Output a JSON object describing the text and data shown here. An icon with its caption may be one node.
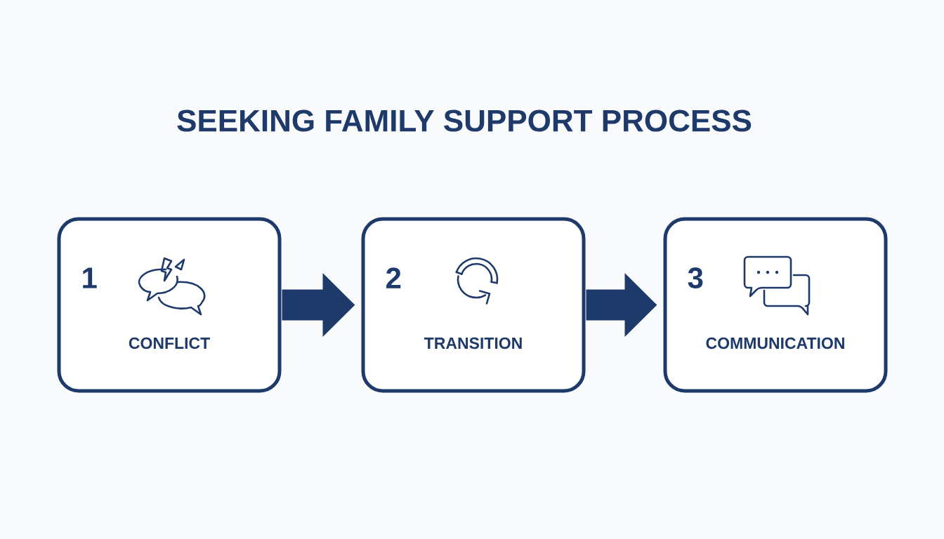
{
  "diagram": {
    "title": "SEEKING FAMILY SUPPORT PROCESS",
    "nodes": [
      {
        "text": [
          "1",
          "CONFLICT"
        ]
      },
      {
        "text": [
          "2",
          "TRANSITION"
        ]
      },
      {
        "text": [
          "3",
          "COMMUNICATION"
        ]
      }
    ],
    "edges": [
      {
        "from": 0,
        "to": 1,
        "arrow": "to"
      },
      {
        "from": 1,
        "to": 2,
        "arrow": "to"
      }
    ]
  }
}
